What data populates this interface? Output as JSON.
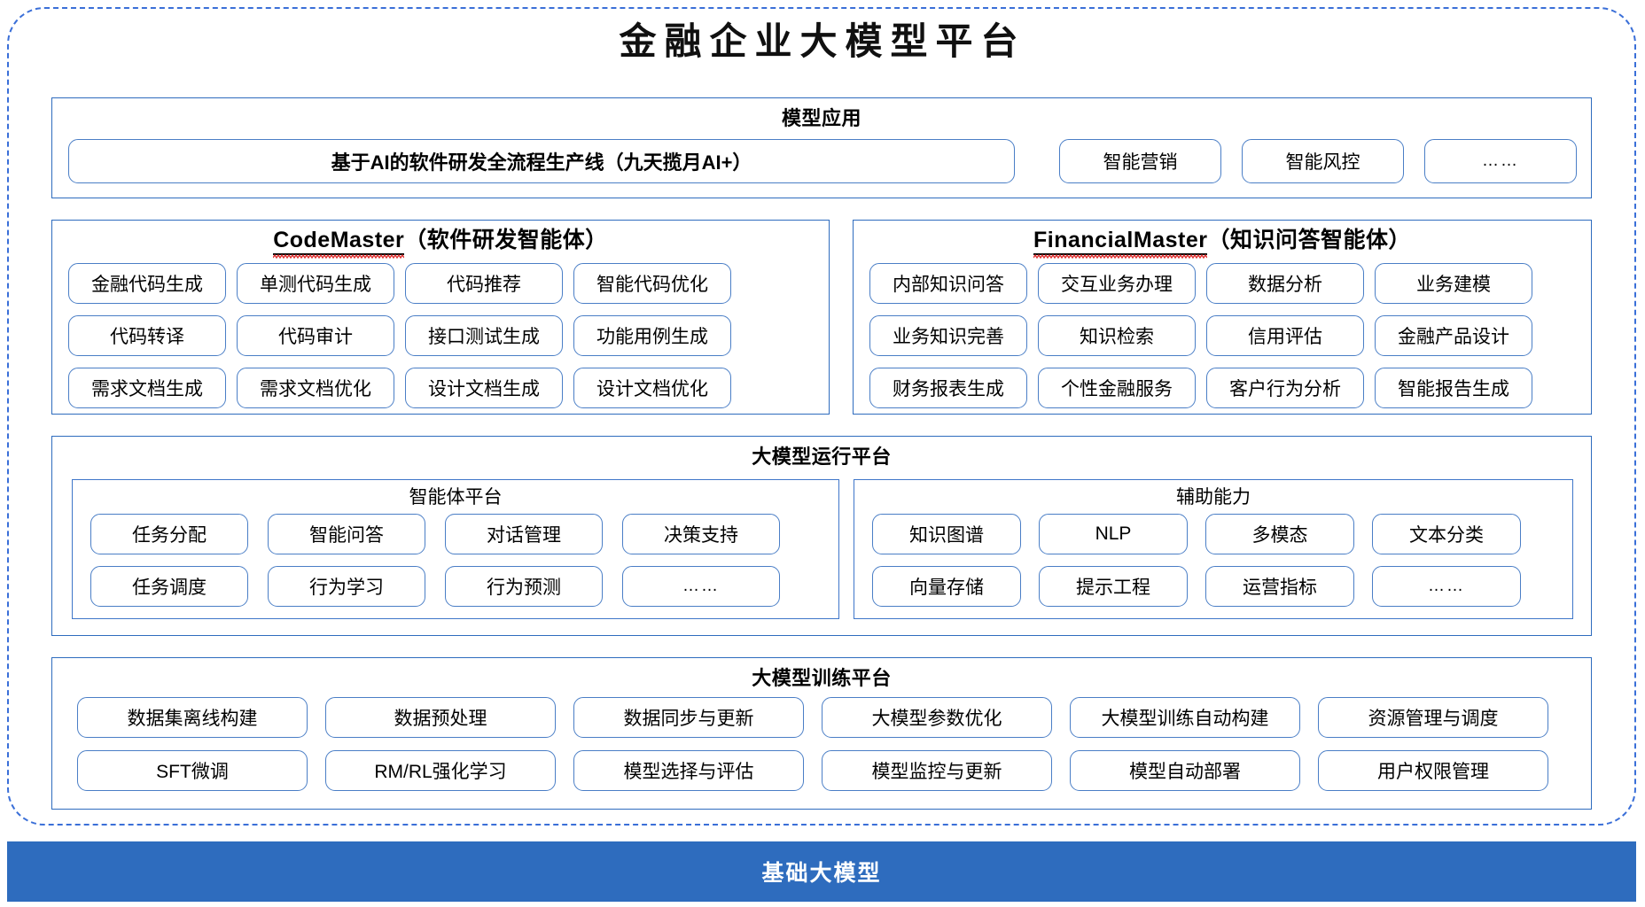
{
  "page": {
    "title": "金融企业大模型平台",
    "accent_blue": "#2e6cbe",
    "pill_border": "#4a7ec6",
    "dashed_border": "#3a6fd8"
  },
  "sections": {
    "model_application": {
      "title": "模型应用",
      "primary_pill": "基于AI的软件研发全流程生产线（九天揽月AI+）",
      "pills": [
        "智能营销",
        "智能风控",
        "……"
      ]
    },
    "code_master": {
      "title_latin": "CodeMaster",
      "title_cn": "（软件研发智能体）",
      "rows": [
        [
          "金融代码生成",
          "单测代码生成",
          "代码推荐",
          "智能代码优化"
        ],
        [
          "代码转译",
          "代码审计",
          "接口测试生成",
          "功能用例生成"
        ],
        [
          "需求文档生成",
          "需求文档优化",
          "设计文档生成",
          "设计文档优化"
        ]
      ]
    },
    "financial_master": {
      "title_latin": "FinancialMaster",
      "title_cn": "（知识问答智能体）",
      "rows": [
        [
          "内部知识问答",
          "交互业务办理",
          "数据分析",
          "业务建模"
        ],
        [
          "业务知识完善",
          "知识检索",
          "信用评估",
          "金融产品设计"
        ],
        [
          "财务报表生成",
          "个性金融服务",
          "客户行为分析",
          "智能报告生成"
        ]
      ]
    },
    "runtime_platform": {
      "title": "大模型运行平台",
      "agent_platform": {
        "title": "智能体平台",
        "rows": [
          [
            "任务分配",
            "智能问答",
            "对话管理",
            "决策支持"
          ],
          [
            "任务调度",
            "行为学习",
            "行为预测",
            "……"
          ]
        ]
      },
      "assist_capability": {
        "title": "辅助能力",
        "rows": [
          [
            "知识图谱",
            "NLP",
            "多模态",
            "文本分类"
          ],
          [
            "向量存储",
            "提示工程",
            "运营指标",
            "……"
          ]
        ]
      }
    },
    "training_platform": {
      "title": "大模型训练平台",
      "rows": [
        [
          "数据集离线构建",
          "数据预处理",
          "数据同步与更新",
          "大模型参数优化",
          "大模型训练自动构建",
          "资源管理与调度"
        ],
        [
          "SFT微调",
          "RM/RL强化学习",
          "模型选择与评估",
          "模型监控与更新",
          "模型自动部署",
          "用户权限管理"
        ]
      ]
    }
  },
  "footer": {
    "label": "基础大模型"
  }
}
